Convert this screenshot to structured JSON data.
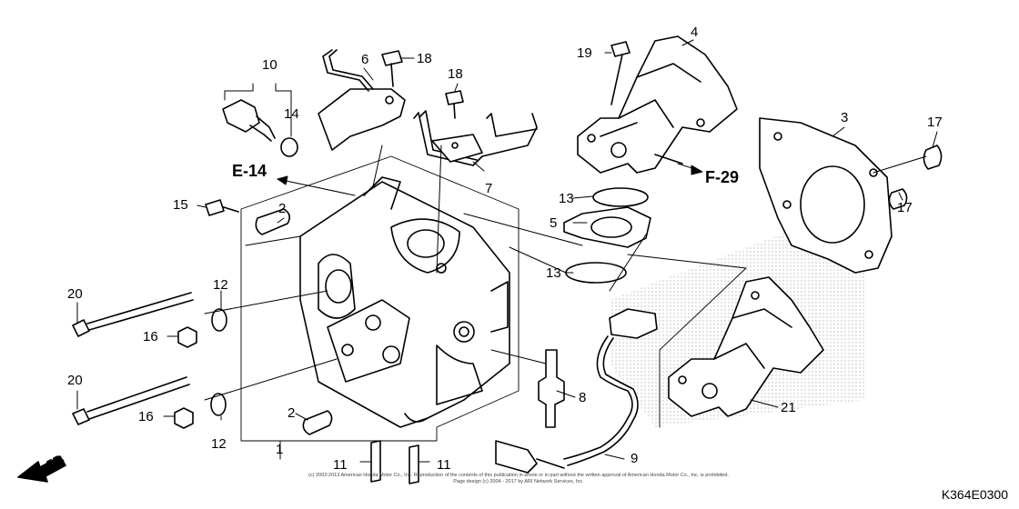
{
  "callouts": [
    "1",
    "2",
    "2",
    "3",
    "4",
    "5",
    "6",
    "7",
    "8",
    "9",
    "10",
    "11",
    "11",
    "12",
    "12",
    "13",
    "13",
    "14",
    "15",
    "16",
    "16",
    "17",
    "17",
    "18",
    "18",
    "19",
    "20",
    "20",
    "21"
  ],
  "refs": {
    "e14": "E-14",
    "f29": "F-29"
  },
  "front_label": "FR.",
  "copyright": {
    "line1": "(c) 2003-2013 American Honda Motor Co., Inc. Reproduction of the contents of this publication in whole or in part without the written approval of American Honda Motor Co., Inc. is prohibited.",
    "line2": "Page design (c) 2004 - 2017 by ARI Network Services, Inc."
  },
  "diagram_code": "K364E0300"
}
